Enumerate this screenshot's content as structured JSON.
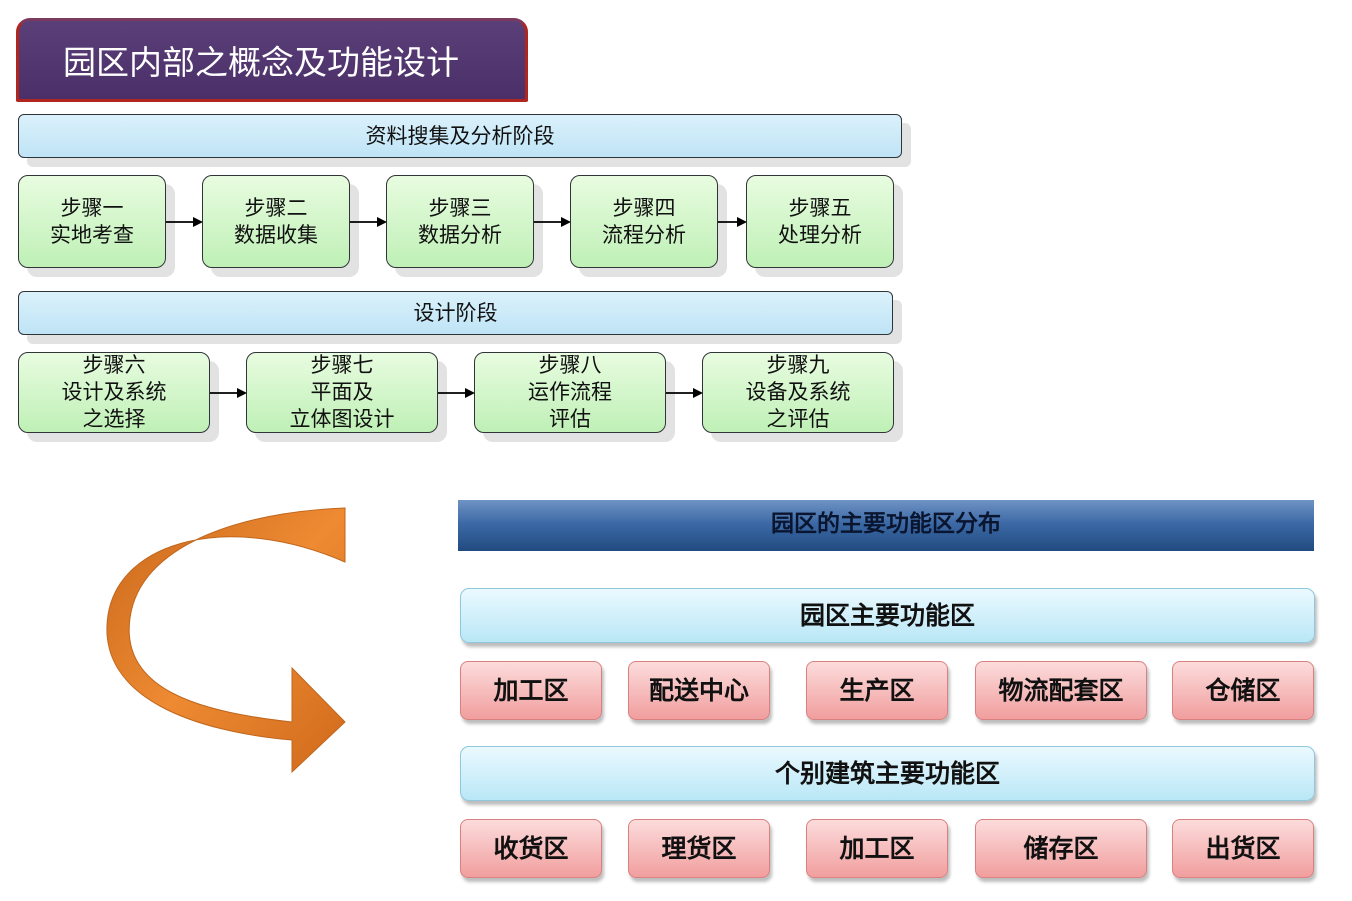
{
  "title": "园区内部之概念及功能设计",
  "phase1": {
    "label": "资料搜集及分析阶段",
    "steps": [
      {
        "lines": [
          "步骤一",
          "实地考查"
        ]
      },
      {
        "lines": [
          "步骤二",
          "数据收集"
        ]
      },
      {
        "lines": [
          "步骤三",
          "数据分析"
        ]
      },
      {
        "lines": [
          "步骤四",
          "流程分析"
        ]
      },
      {
        "lines": [
          "步骤五",
          "处理分析"
        ]
      }
    ]
  },
  "phase2": {
    "label": "设计阶段",
    "steps": [
      {
        "lines": [
          "步骤六",
          "设计及系统",
          "之选择"
        ]
      },
      {
        "lines": [
          "步骤七",
          "平面及",
          "立体图设计"
        ]
      },
      {
        "lines": [
          "步骤八",
          "运作流程",
          "评估"
        ]
      },
      {
        "lines": [
          "步骤九",
          "设备及系统",
          "之评估"
        ]
      }
    ]
  },
  "distribution": {
    "title": "园区的主要功能区分布",
    "park_zones": {
      "label": "园区主要功能区",
      "items": [
        "加工区",
        "配送中心",
        "生产区",
        "物流配套区",
        "仓储区"
      ]
    },
    "building_zones": {
      "label": "个别建筑主要功能区",
      "items": [
        "收货区",
        "理货区",
        "加工区",
        "储存区",
        "出货区"
      ]
    }
  },
  "colors": {
    "title_bg": "#4b2f68",
    "step_fill": "#bff0b6",
    "phase_fill": "#bfe4f6",
    "area_fill": "#f19e9e",
    "curved_arrow": "#e07a24"
  }
}
